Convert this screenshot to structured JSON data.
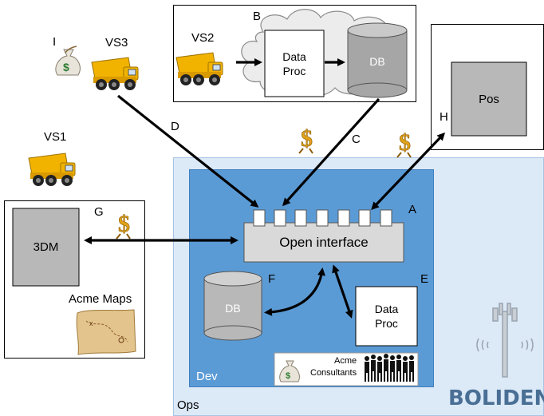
{
  "labels": {
    "vs1": "VS1",
    "vs2": "VS2",
    "vs3": "VS3",
    "i": "I",
    "b": "B",
    "c": "C",
    "d": "D",
    "a": "A",
    "e": "E",
    "f": "F",
    "g": "G",
    "h": "H"
  },
  "nodes": {
    "data_proc_top": "Data\nProc",
    "db_top": "DB",
    "pos": "Pos",
    "threedm": "3DM",
    "acme_maps": "Acme Maps",
    "open_interface": "Open interface",
    "db_dev": "DB",
    "data_proc_dev": "Data\nProc",
    "acme_consultants_1": "Acme",
    "acme_consultants_2": "Consultants"
  },
  "zones": {
    "ops": "Ops",
    "dev": "Dev"
  },
  "logo": "BOLIDEN",
  "colors": {
    "ops_bg": "#dce9f7",
    "dev_bg": "#5b9bd5",
    "grey_box": "#b8b8b8",
    "interface_bg": "#d9d9d9",
    "truck": "#f2b300",
    "dollar": "#e0a21a"
  }
}
